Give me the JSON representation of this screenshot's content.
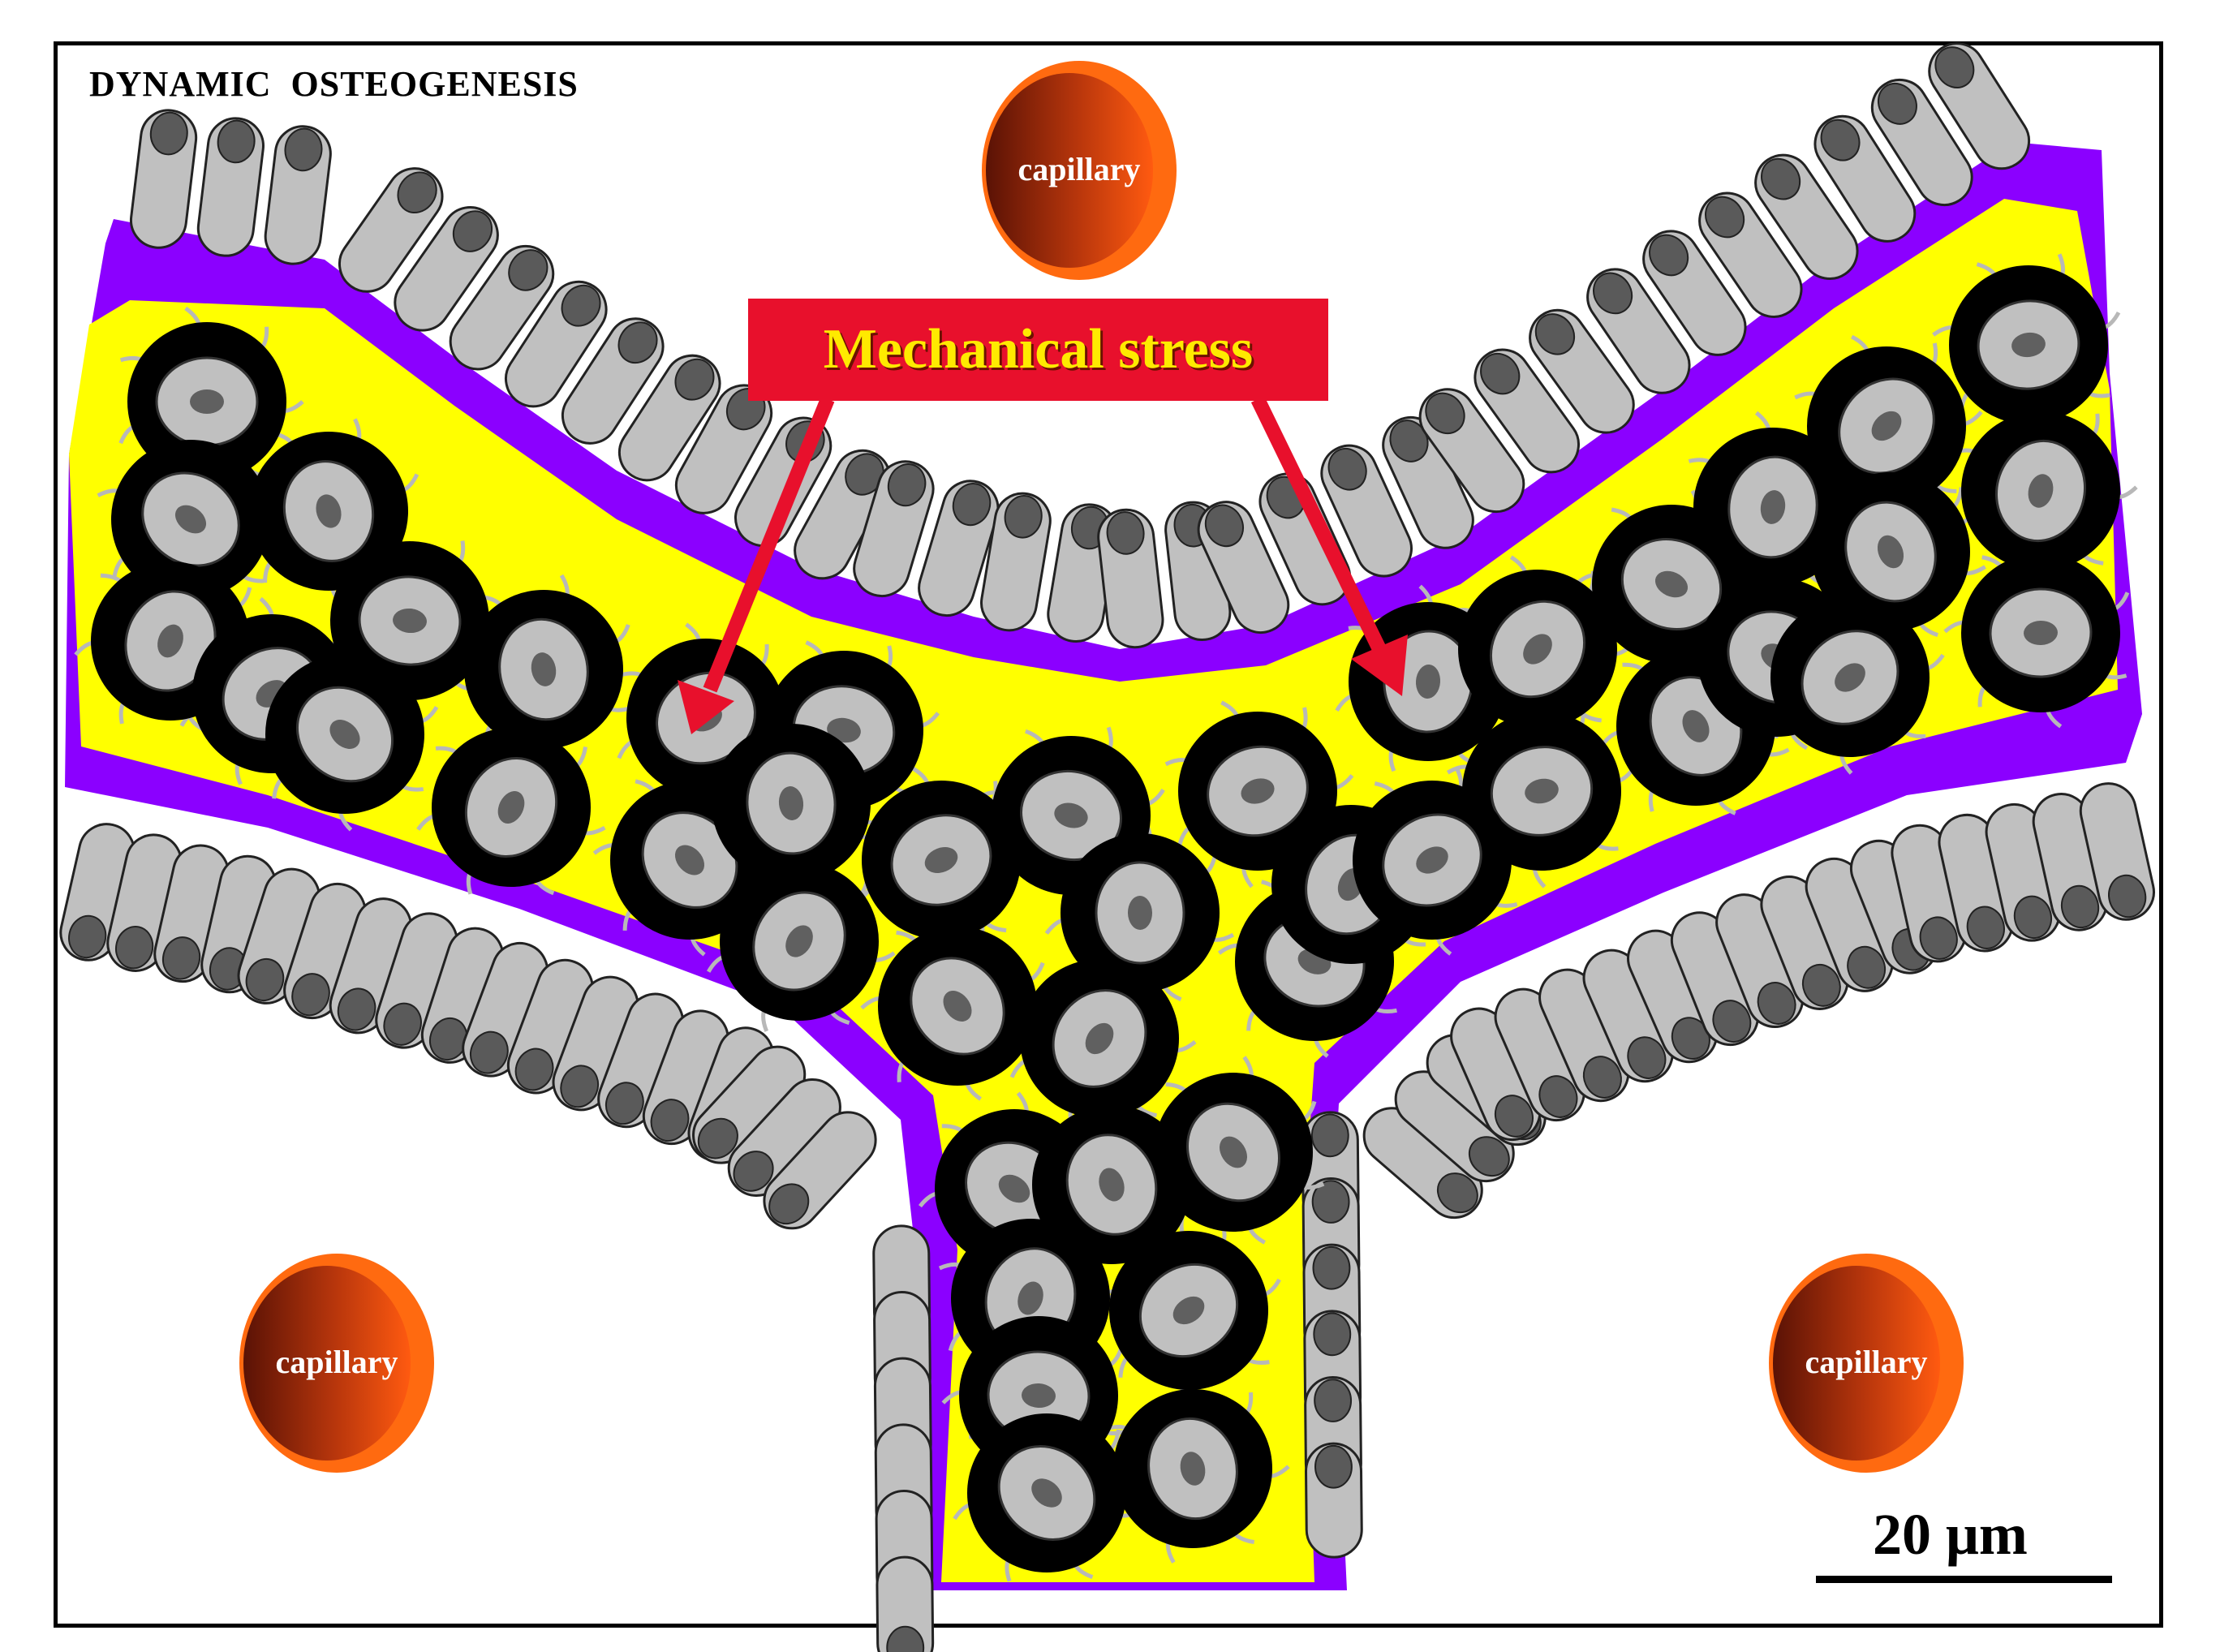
{
  "title": "DYNAMIC  OSTEOGENESIS",
  "annotation": "Mechanical stress",
  "capillary_label": "capillary",
  "scale_bar_label": "20 μm",
  "colors": {
    "bone_matrix": "#ffff00",
    "osteoid_seam": "#8b00ff",
    "osteoblast": "#c0c0c0",
    "osteocyte_lacuna": "#000000",
    "nucleus": "#606060",
    "canaliculi": "#b8b8b8",
    "stress_box": "#e8102c",
    "stress_text": "#ffea00",
    "capillary_outer": "#ff6a10",
    "capillary_inner": "#6a1a06"
  }
}
